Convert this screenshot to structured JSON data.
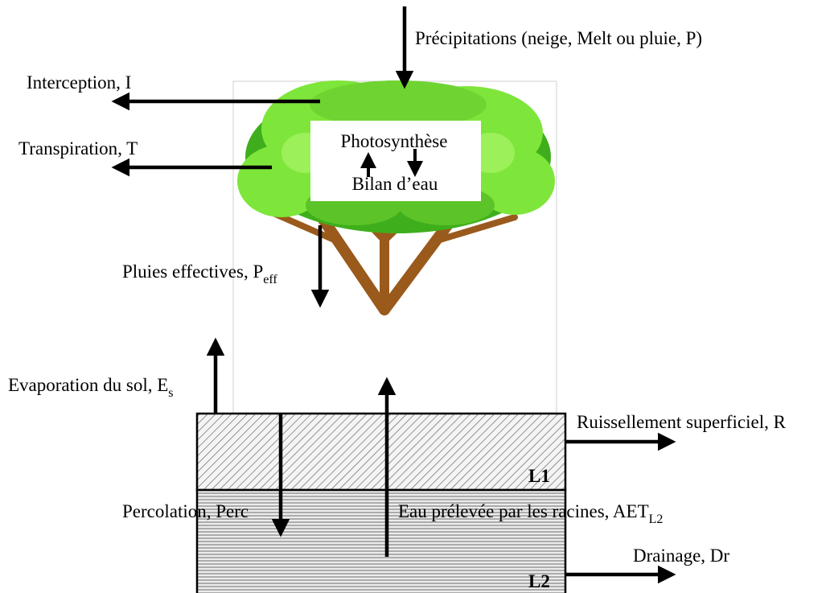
{
  "labels": {
    "precipitation": "Précipitations (neige, Melt ou pluie, P)",
    "interception": "Interception, I",
    "transpiration": "Transpiration, T",
    "photosynthesis": "Photosynthèse",
    "water_balance": "Bilan d’eau",
    "effective_rain": "Pluies effectives, P",
    "effective_rain_sub": "eff",
    "soil_evaporation": "Evaporation du sol, E",
    "soil_evaporation_sub": "s",
    "runoff": "Ruissellement superficiel, R",
    "percolation": "Percolation, Perc",
    "root_uptake": "Eau prélevée par les racines, AET",
    "root_uptake_sub": "L2",
    "drainage": "Drainage, Dr",
    "layer1": "L1",
    "layer2": "L2"
  },
  "colors": {
    "arrow": "#000000",
    "leaf_light": "#7ee63a",
    "leaf_dark": "#3fae1c",
    "trunk": "#8a4a14",
    "trunk_highlight": "#c8741e",
    "hatch": "#555555",
    "stripes": "#888888"
  }
}
